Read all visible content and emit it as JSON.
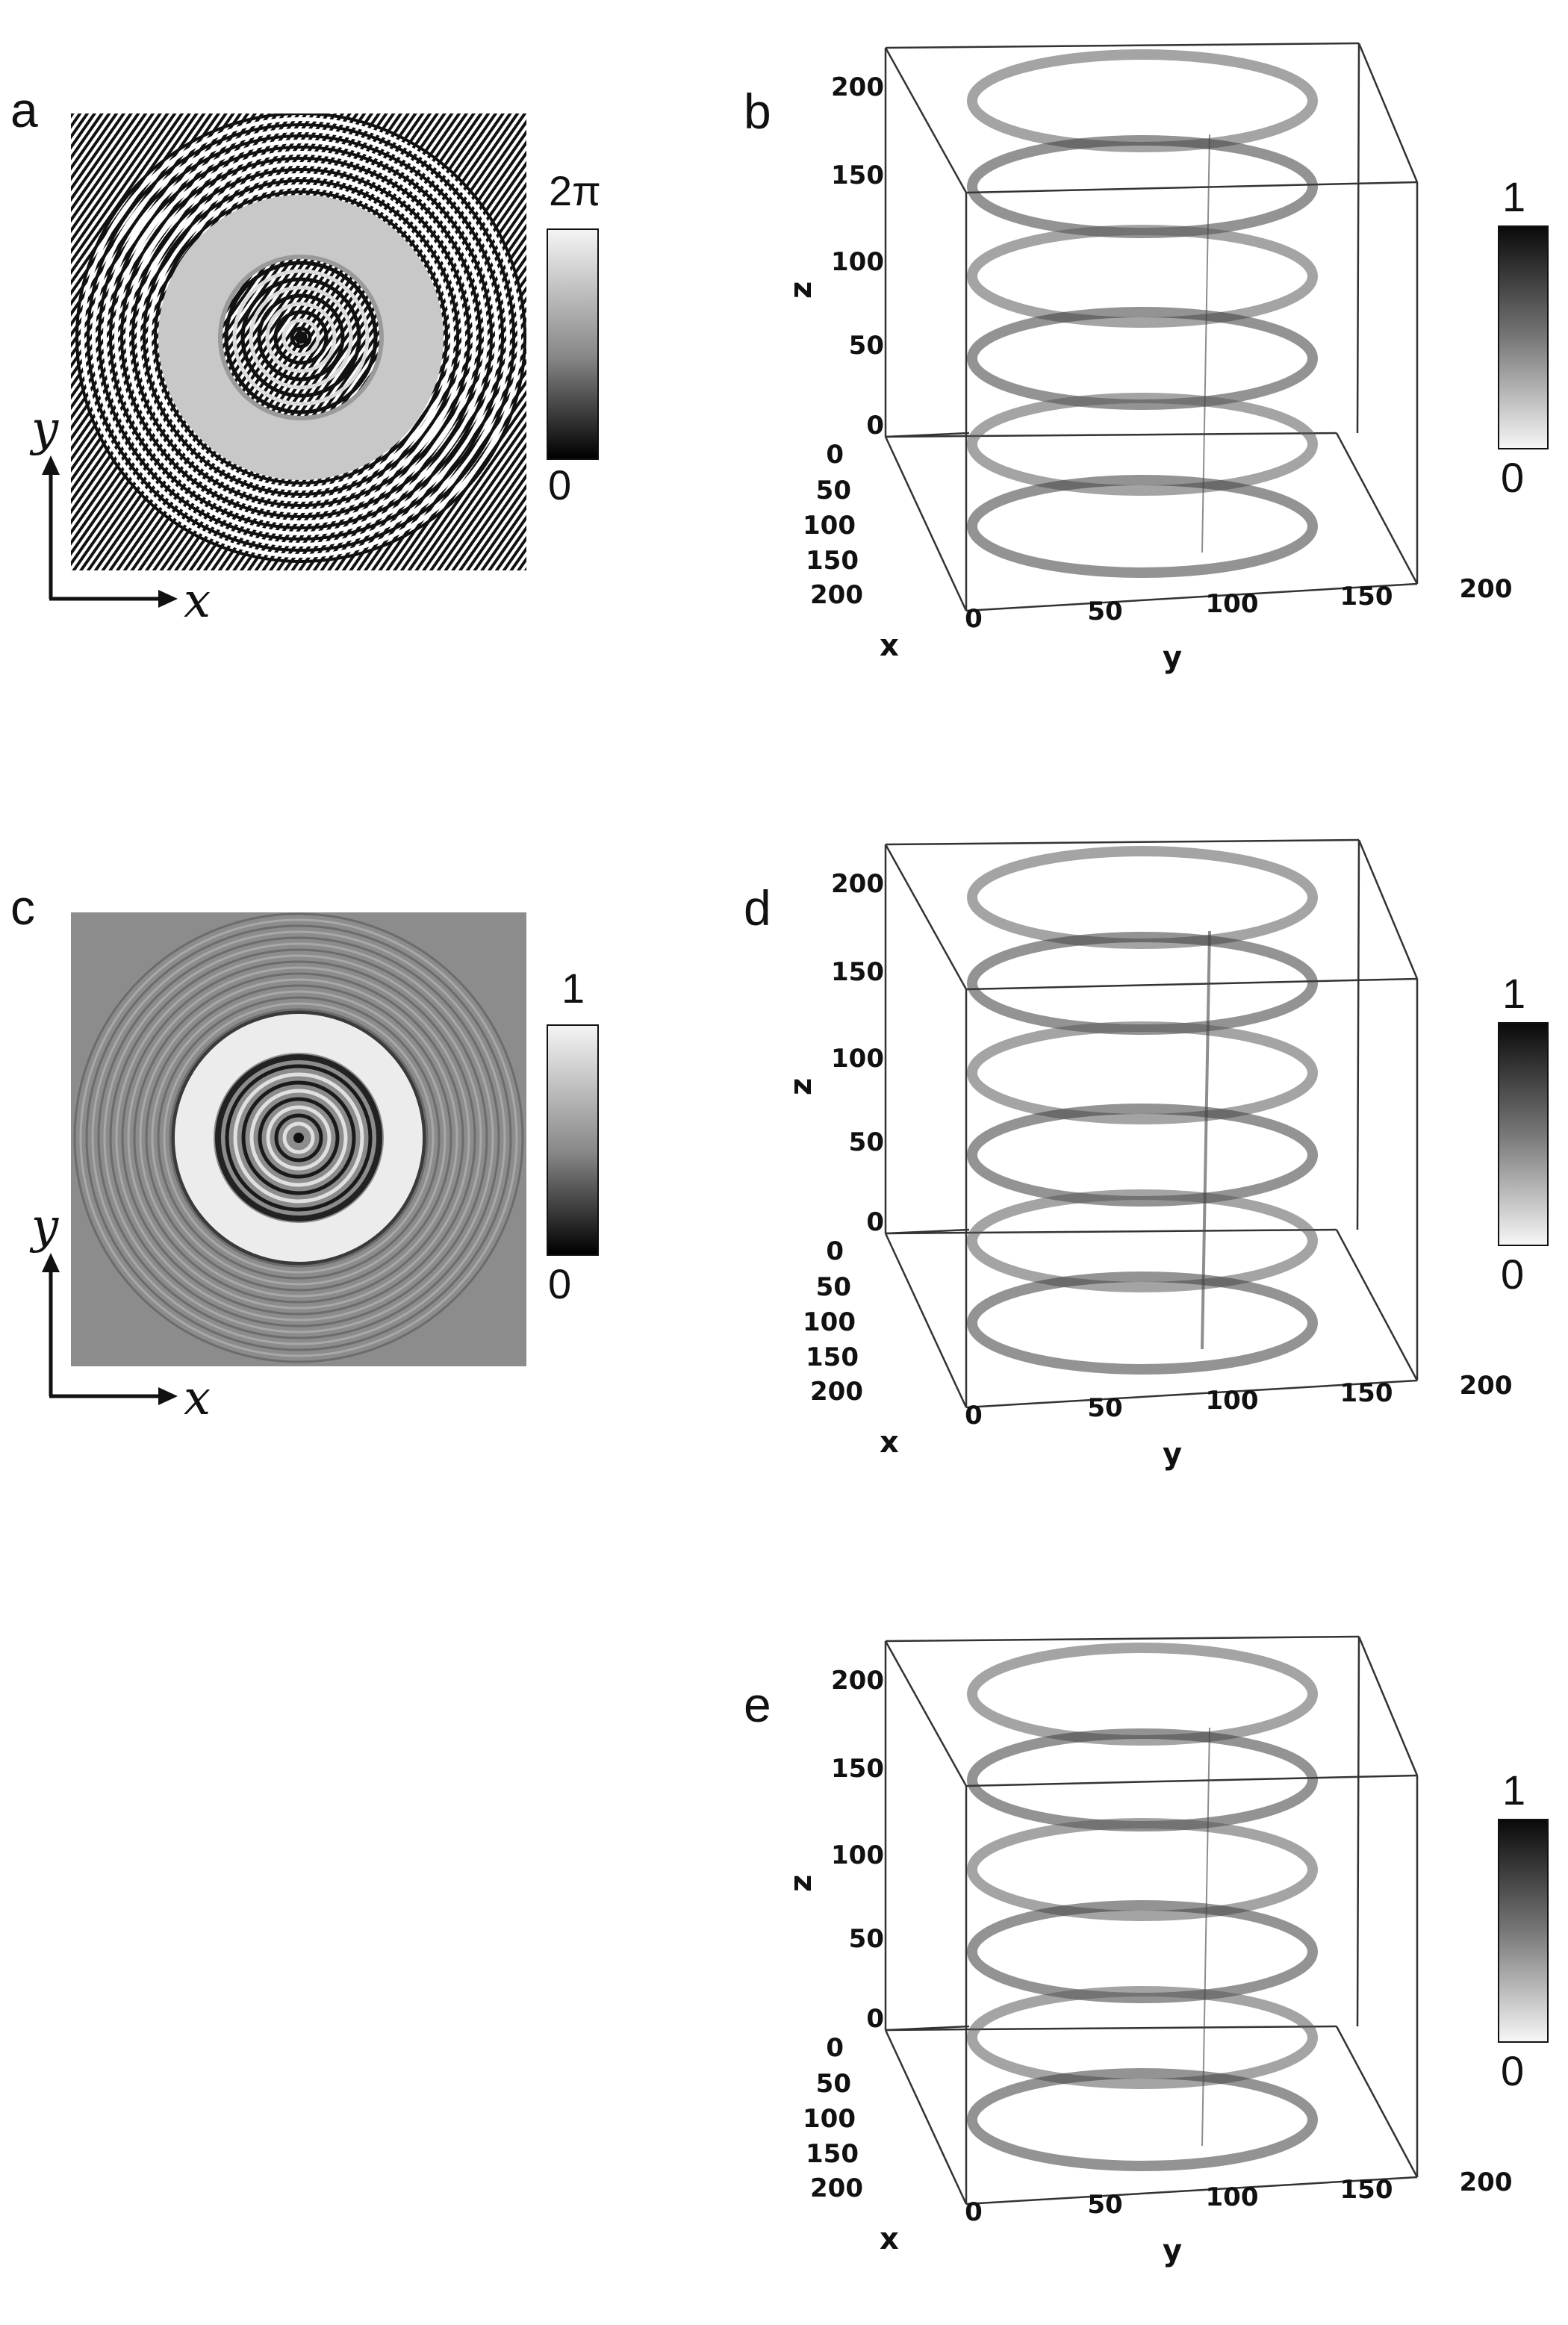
{
  "panels": {
    "a": {
      "letter": "a",
      "colorbar": {
        "top": "2π",
        "bottom": "0"
      },
      "axes": {
        "x": "x",
        "y": "y"
      }
    },
    "c": {
      "letter": "c",
      "colorbar": {
        "top": "1",
        "bottom": "0"
      },
      "axes": {
        "x": "x",
        "y": "y"
      }
    },
    "b": {
      "letter": "b",
      "colorbar": {
        "top": "1",
        "bottom": "0"
      }
    },
    "d": {
      "letter": "d",
      "colorbar": {
        "top": "1",
        "bottom": "0"
      }
    },
    "e": {
      "letter": "e",
      "colorbar": {
        "top": "1",
        "bottom": "0"
      }
    }
  },
  "volume_axes": {
    "z_label": "z",
    "x_label": "x",
    "y_label": "y",
    "z_ticks": [
      "0",
      "50",
      "100",
      "150",
      "200"
    ],
    "x_ticks": [
      "0",
      "50",
      "100",
      "150",
      "200"
    ],
    "y_ticks": [
      "0",
      "50",
      "100",
      "150",
      "200"
    ]
  },
  "colors": {
    "ink": "#111111",
    "background": "#ffffff",
    "mid_gray": "#8c8c8c"
  }
}
